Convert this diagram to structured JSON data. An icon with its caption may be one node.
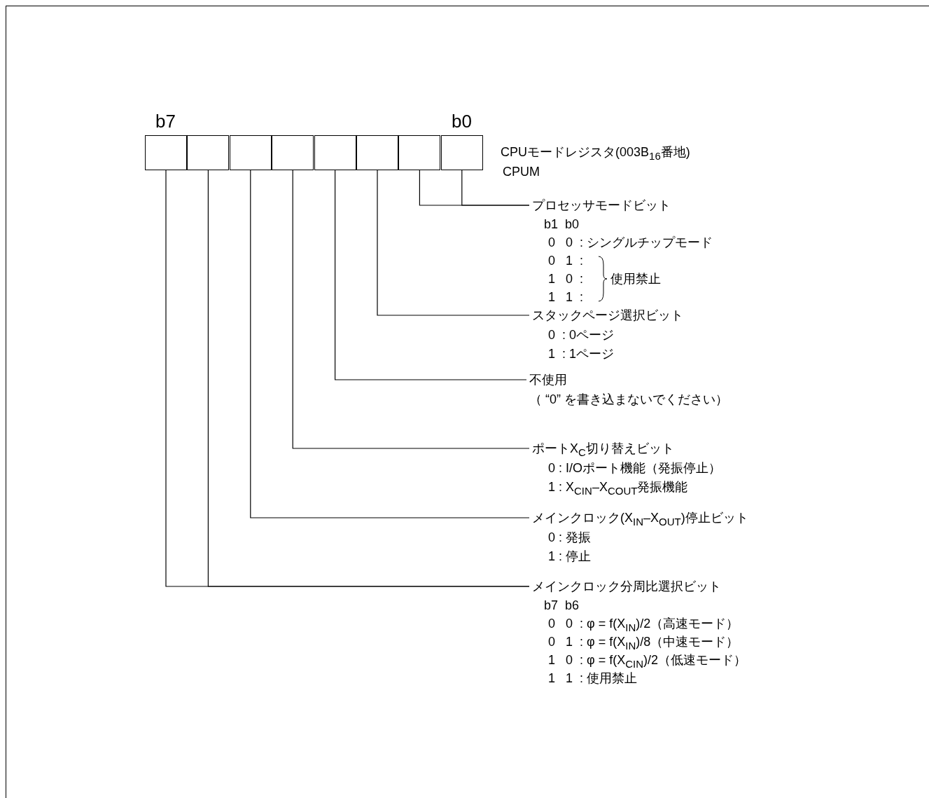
{
  "diagram": {
    "nodes": [
      {
        "text": [],
        "shape": "box"
      },
      {
        "text": [],
        "shape": "box"
      },
      {
        "text": [],
        "shape": "box"
      },
      {
        "text": [],
        "shape": "box"
      },
      {
        "text": [],
        "shape": "box"
      },
      {
        "text": [],
        "shape": "box"
      },
      {
        "text": [],
        "shape": "box"
      },
      {
        "text": [],
        "shape": "box"
      },
      {
        "text": [
          "プロセッサモードビット",
          "b1  b0",
          "0   0  : シングルチップモード",
          "0   1  :",
          "1   0  :",
          "1   1  :",
          "使用禁止"
        ]
      },
      {
        "text": [
          "スタックページ選択ビット",
          "0  : 0ページ",
          "1  : 1ページ"
        ]
      },
      {
        "text": [
          "不使用",
          "（ “0” を書き込まないでください）"
        ]
      },
      {
        "text": [
          "ポートX$_{C}$切り替えビット",
          "0 : I/Oポート機能（発振停止）",
          "1 : X$_{CIN}$–X$_{COUT}$発振機能"
        ]
      },
      {
        "text": [
          "メインクロック(X$_{IN}$–X$_{OUT}$)停止ビット",
          "0 : 発振",
          "1 : 停止"
        ]
      },
      {
        "text": [
          "メインクロック分周比選択ビット",
          "b7  b6",
          "0   0  : φ = f(X$_{IN}$)/2（高速モード）",
          "0   1  : φ = f(X$_{IN}$)/8（中速モード）",
          "1   0  : φ = f(X$_{CIN}$)/2（低速モード）",
          "1   1  : 使用禁止"
        ]
      }
    ],
    "edges": [
      {
        "from": 6,
        "to": 8,
        "arrow": "none"
      },
      {
        "from": 7,
        "to": 8,
        "arrow": "none"
      },
      {
        "from": 5,
        "to": 9,
        "arrow": "none"
      },
      {
        "from": 4,
        "to": 10,
        "arrow": "none"
      },
      {
        "from": 3,
        "to": 11,
        "arrow": "none"
      },
      {
        "from": 2,
        "to": 12,
        "arrow": "none"
      },
      {
        "from": 1,
        "to": 13,
        "arrow": "none"
      },
      {
        "from": 0,
        "to": 13,
        "arrow": "none"
      }
    ],
    "labels": [
      "b7",
      "b0",
      "CPUモードレジスタ(003B$_{16}$番地)",
      "CPUM"
    ]
  }
}
